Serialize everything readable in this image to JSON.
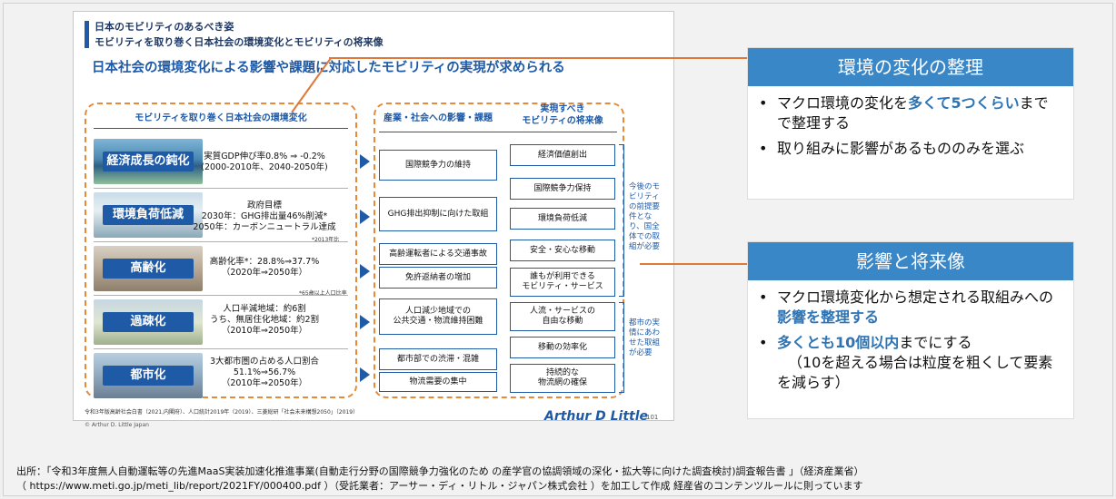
{
  "slide": {
    "header_line1": "日本のモビリティのあるべき姿",
    "header_line2": "モビリティを取り巻く日本社会の環境変化とモビリティの将来像",
    "title": "日本社会の環境変化による影響や課題に対応したモビリティの実現が求められる",
    "col1_header": "モビリティを取り巻く日本社会の環境変化",
    "col2_header": "産業・社会への影響・課題",
    "col3_header_l1": "実現すべき",
    "col3_header_l2": "モビリティの将来像",
    "rows": [
      {
        "label": "経済成長の鈍化",
        "t1": "実質GDP伸び率0.8% ⇒ -0.2%",
        "t2": "(2000-2010年、2040-2050年)",
        "t3": "",
        "note": ""
      },
      {
        "label": "環境負荷低減",
        "t1": "政府目標",
        "t2": "2030年：GHG排出量46%削減*",
        "t3": "2050年：カーボンニュートラル達成",
        "note": "*2013年比"
      },
      {
        "label": "高齢化",
        "t1": "高齢化率*：28.8%⇒37.7%",
        "t2": "（2020年⇒2050年）",
        "t3": "",
        "note": "*65歳以上人口比率"
      },
      {
        "label": "過疎化",
        "t1": "人口半減地域：約6割",
        "t2": "うち、無居住化地域：約2割",
        "t3": "（2010年⇒2050年）",
        "note": ""
      },
      {
        "label": "都市化",
        "t1": "3大都市圏の占める人口割合",
        "t2": "51.1%⇒56.7%",
        "t3": "（2010年⇒2050年）",
        "note": ""
      }
    ],
    "impacts": [
      "国際競争力の維持",
      "GHG排出抑制に向けた取組",
      "高齢運転者による交通事故",
      "免許返納者の増加",
      "人口減少地域での\n公共交通・物流維持困難",
      "都市部での渋滞・混雑",
      "物流需要の集中"
    ],
    "futures": [
      "経済価値創出",
      "国際競争力保持",
      "環境負荷低減",
      "安全・安心な移動",
      "誰もが利用できる\nモビリティ・サービス",
      "人流・サービスの\n自由な移動",
      "移動の効率化",
      "持続的な\n物流網の確保"
    ],
    "side1": "今後のモビリティの前提要件となり、国全体での取組が必要",
    "side2": "都市の実情にあわせた取組が必要",
    "source": "令和3年版高齢社会白書（2021,内閣府）、人口統計2019年（2019）、三菱総研「社会未来構想2050」（2019）",
    "copyright": "© Arthur D. Little Japan",
    "logo": "Arthur D Little",
    "page": "101"
  },
  "panel1": {
    "title": "環境の変化の整理",
    "b1_pre": "マクロ環境の変化を",
    "b1_hl": "多くて5つくらい",
    "b1_post": "までで整理する",
    "b2": "取り組みに影響があるもののみを選ぶ"
  },
  "panel2": {
    "title": "影響と将来像",
    "b1_pre": "マクロ環境変化から想定される取組みへの",
    "b1_hl": "影響を整理する",
    "b2_hl": "多くとも10個以内",
    "b2_post": "までにする",
    "b2_sub": "（10を超える場合は粒度を粗くして要素を減らす）"
  },
  "footer": {
    "line1": "出所：「令和3年度無人自動運転等の先進MaaS実装加速化推進事業(自動走行分野の国際競争力強化のため の産学官の協調領域の深化・拡大等に向けた調査検討)調査報告書 」（経済産業省）",
    "line2": "（ https://www.meti.go.jp/meti_lib/report/2021FY/000400.pdf ）（受託業者：アーサー・ディ・リトル・ジャパン株式会社 ）を加工して作成  経産省のコンテンツルールに則っています"
  },
  "colors": {
    "accent": "#1f5aa6",
    "orange": "#e68a3a",
    "panel": "#3a87c8",
    "highlight": "#2e74b5"
  },
  "icons": [
    "triangle-arrow-icon"
  ]
}
